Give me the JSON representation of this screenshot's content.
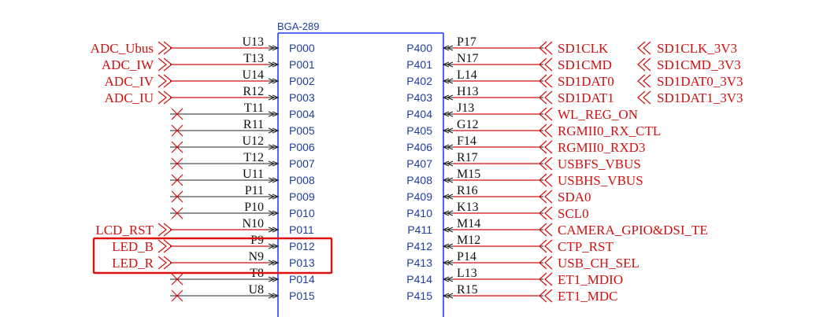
{
  "component": {
    "name": "BGA-289"
  },
  "left_pins": [
    {
      "ball": "U13",
      "port": "P000",
      "net": "ADC_Ubus"
    },
    {
      "ball": "T13",
      "port": "P001",
      "net": "ADC_IW"
    },
    {
      "ball": "U14",
      "port": "P002",
      "net": "ADC_IV"
    },
    {
      "ball": "R12",
      "port": "P003",
      "net": "ADC_IU"
    },
    {
      "ball": "T11",
      "port": "P004",
      "net": ""
    },
    {
      "ball": "R11",
      "port": "P005",
      "net": ""
    },
    {
      "ball": "U12",
      "port": "P006",
      "net": ""
    },
    {
      "ball": "T12",
      "port": "P007",
      "net": ""
    },
    {
      "ball": "U11",
      "port": "P008",
      "net": ""
    },
    {
      "ball": "P11",
      "port": "P009",
      "net": ""
    },
    {
      "ball": "P10",
      "port": "P010",
      "net": ""
    },
    {
      "ball": "N10",
      "port": "P011",
      "net": "LCD_RST"
    },
    {
      "ball": "P9",
      "port": "P012",
      "net": "LED_B"
    },
    {
      "ball": "N9",
      "port": "P013",
      "net": "LED_R"
    },
    {
      "ball": "T8",
      "port": "P014",
      "net": ""
    },
    {
      "ball": "U8",
      "port": "P015",
      "net": ""
    }
  ],
  "right_pins": [
    {
      "ball": "P17",
      "port": "P400",
      "net": "SD1CLK",
      "net2": "SD1CLK_3V3"
    },
    {
      "ball": "N17",
      "port": "P401",
      "net": "SD1CMD",
      "net2": "SD1CMD_3V3"
    },
    {
      "ball": "L14",
      "port": "P402",
      "net": "SD1DAT0",
      "net2": "SD1DAT0_3V3"
    },
    {
      "ball": "H13",
      "port": "P403",
      "net": "SD1DAT1",
      "net2": "SD1DAT1_3V3"
    },
    {
      "ball": "J13",
      "port": "P404",
      "net": "WL_REG_ON",
      "net2": ""
    },
    {
      "ball": "G12",
      "port": "P405",
      "net": "RGMII0_RX_CTL",
      "net2": ""
    },
    {
      "ball": "F14",
      "port": "P406",
      "net": "RGMII0_RXD3",
      "net2": ""
    },
    {
      "ball": "R17",
      "port": "P407",
      "net": "USBFS_VBUS",
      "net2": ""
    },
    {
      "ball": "M15",
      "port": "P408",
      "net": "USBHS_VBUS",
      "net2": ""
    },
    {
      "ball": "R16",
      "port": "P409",
      "net": "SDA0",
      "net2": ""
    },
    {
      "ball": "K13",
      "port": "P410",
      "net": "SCL0",
      "net2": ""
    },
    {
      "ball": "M14",
      "port": "P411",
      "net": "CAMERA_GPIO&DSI_TE",
      "net2": ""
    },
    {
      "ball": "M12",
      "port": "P412",
      "net": "CTP_RST",
      "net2": ""
    },
    {
      "ball": "P14",
      "port": "P413",
      "net": "USB_CH_SEL",
      "net2": ""
    },
    {
      "ball": "L13",
      "port": "P414",
      "net": "ET1_MDIO",
      "net2": ""
    },
    {
      "ball": "R15",
      "port": "P415",
      "net": "ET1_MDC",
      "net2": ""
    }
  ],
  "highlight": {
    "pins": [
      "P012",
      "P013"
    ],
    "color": "#e01010"
  },
  "colors": {
    "net_label": "#d01010",
    "port_label": "#1f3f9f",
    "component_outline": "#1f3fff",
    "ball_label": "#111111"
  }
}
